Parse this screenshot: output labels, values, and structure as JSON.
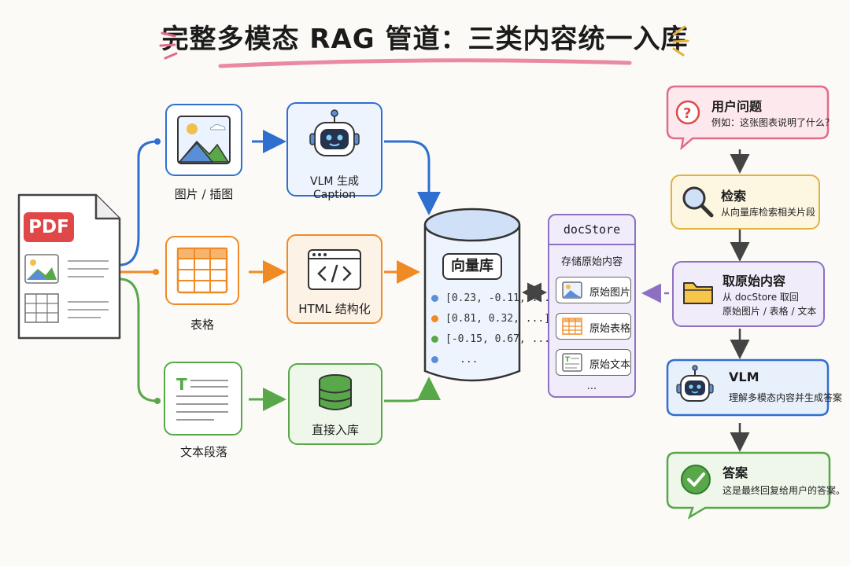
{
  "title": "完整多模态 RAG 管道：三类内容统一入库",
  "colors": {
    "blue": "#2f6fd0",
    "orange": "#f08a24",
    "green": "#58a84a",
    "purple": "#8e70c2",
    "pink": "#e26b8a",
    "yellow": "#e2b23a",
    "red": "#e04848"
  },
  "source": {
    "badge": "PDF"
  },
  "branches": {
    "image": {
      "label": "图片 / 插图",
      "process": "VLM 生成 Caption"
    },
    "table": {
      "label": "表格",
      "process": "HTML 结构化"
    },
    "text": {
      "label": "文本段落",
      "process": "直接入库"
    }
  },
  "vector_store": {
    "label": "向量库",
    "vectors": [
      "[0.23, -0.11, ...]",
      "[0.81, 0.32, ...]",
      "[-0.15, 0.67, ...]",
      "..."
    ]
  },
  "doc_store": {
    "title": "docStore",
    "subtitle": "存储原始内容",
    "items": [
      "原始图片",
      "原始表格",
      "原始文本"
    ],
    "more": "..."
  },
  "query_flow": {
    "question": {
      "title": "用户问题",
      "sub": "例如：这张图表说明了什么？"
    },
    "retrieve": {
      "title": "检索",
      "sub": "从向量库检索相关片段"
    },
    "fetch": {
      "title": "取原始内容",
      "sub1": "从 docStore 取回",
      "sub2": "原始图片 / 表格 / 文本"
    },
    "vlm": {
      "title": "VLM",
      "sub": "理解多模态内容并生成答案"
    },
    "answer": {
      "title": "答案",
      "sub": "这是最终回复给用户的答案。"
    }
  }
}
